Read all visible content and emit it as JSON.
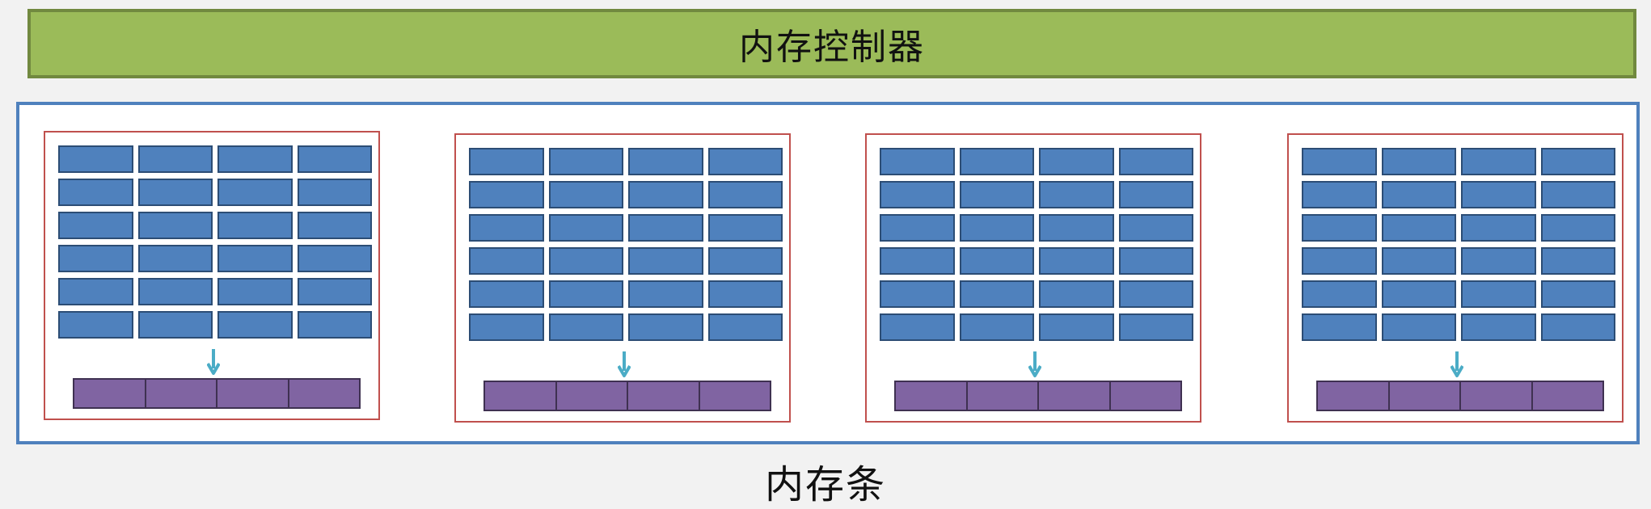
{
  "controller": {
    "label": "内存控制器",
    "fill_color": "#9bbb59",
    "border_color": "#71893f"
  },
  "module": {
    "label": "内存条",
    "border_color": "#4f81bd",
    "chip_count": 4,
    "chip": {
      "border_color": "#c0504d",
      "bank_rows": 6,
      "bank_cols": 4,
      "cell_color": "#4f81bd",
      "row_buffer_segments": 4,
      "row_buffer_color": "#8064a2",
      "arrow_color": "#4bacc6",
      "arrow_icon": "arrow-down-icon"
    }
  }
}
